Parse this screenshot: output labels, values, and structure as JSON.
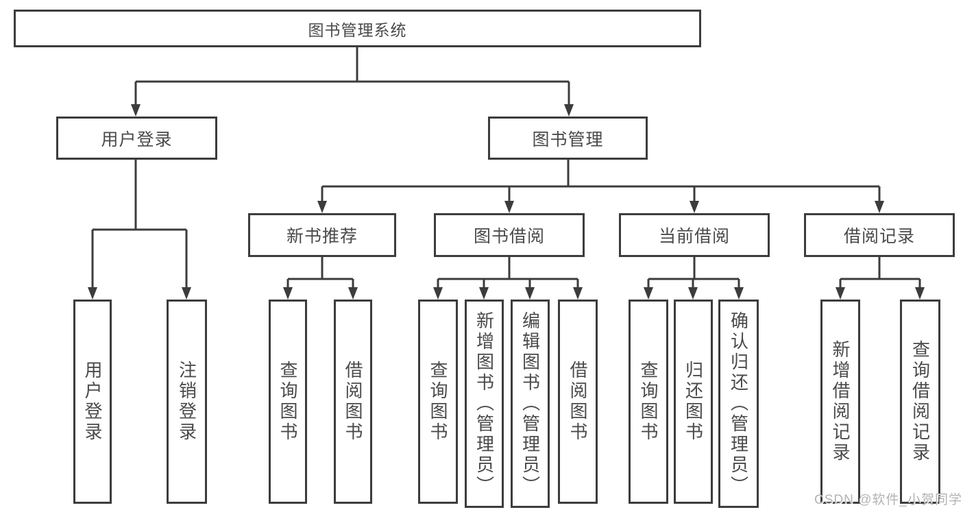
{
  "tree": {
    "root": "图书管理系统",
    "user_login": {
      "label": "用户登录",
      "children": [
        "用户登录",
        "注销登录"
      ]
    },
    "book_mgmt": {
      "label": "图书管理",
      "sections": [
        {
          "label": "新书推荐",
          "children": [
            "查询图书",
            "借阅图书"
          ]
        },
        {
          "label": "图书借阅",
          "children": [
            "查询图书",
            "新增图书（管理员）",
            "编辑图书（管理员）",
            "借阅图书"
          ]
        },
        {
          "label": "当前借阅",
          "children": [
            "查询图书",
            "归还图书",
            "确认归还（管理员）"
          ]
        },
        {
          "label": "借阅记录",
          "children": [
            "新增借阅记录",
            "查询借阅记录"
          ]
        }
      ]
    }
  },
  "watermark": "CSDN @软件_小贺同学"
}
